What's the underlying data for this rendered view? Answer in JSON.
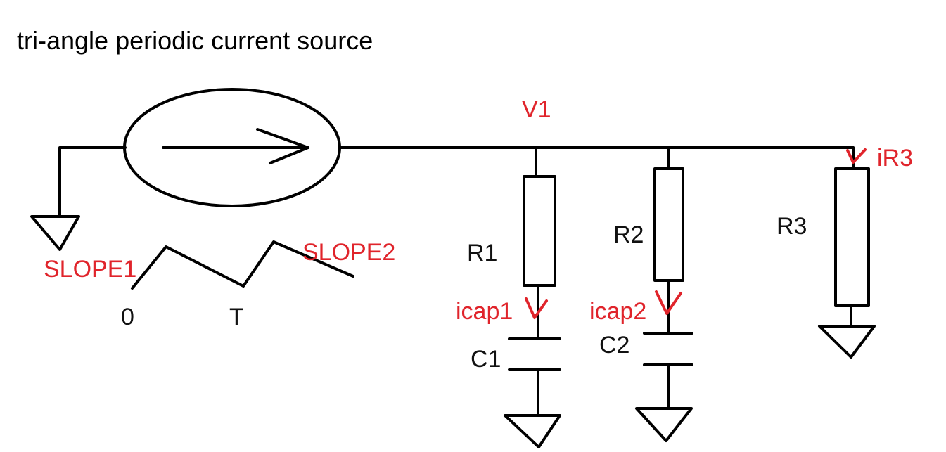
{
  "title": "tri-angle periodic current source",
  "labels": {
    "node_v1": "V1",
    "r1": "R1",
    "r2": "R2",
    "r3": "R3",
    "c1": "C1",
    "c2": "C2",
    "icap1": "icap1",
    "icap2": "icap2",
    "ir3": "iR3",
    "slope1": "SLOPE1",
    "slope2": "SLOPE2",
    "t0": "0",
    "tT": "T"
  },
  "colors": {
    "line": "#000000",
    "annotation": "#e0242b"
  }
}
